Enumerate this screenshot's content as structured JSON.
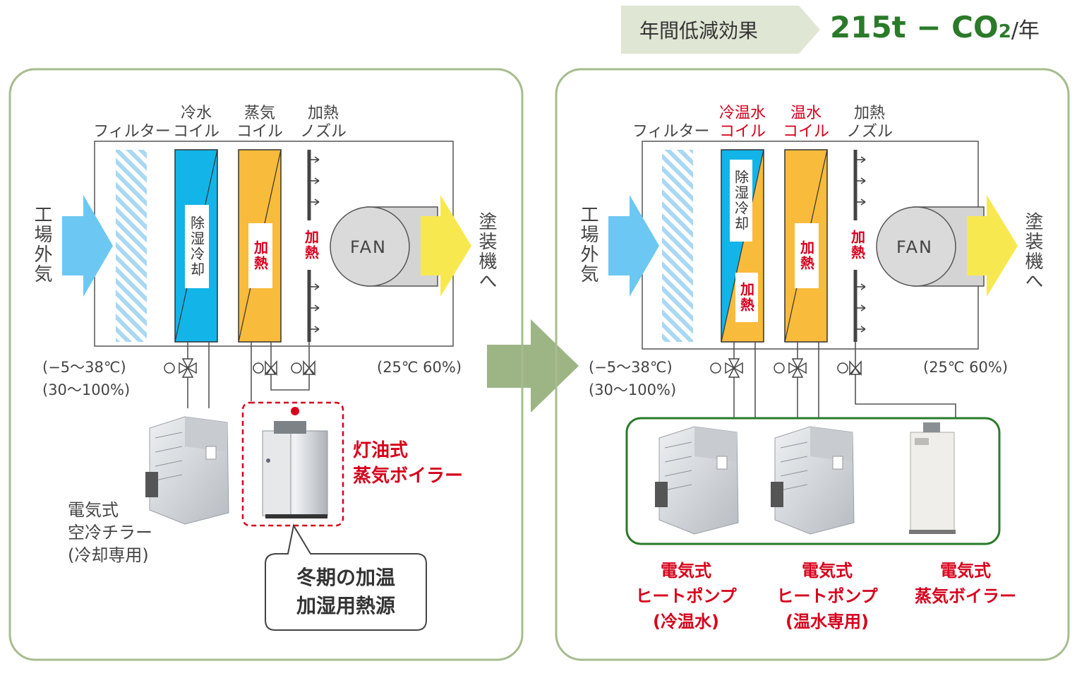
{
  "banner": {
    "label": "年間低減効果",
    "result_value": "215t − CO",
    "result_sub": "2",
    "result_unit": "/年"
  },
  "colors": {
    "frame": "#9db585",
    "cold": "#13b4e8",
    "warm": "#f8bb3b",
    "red": "#d6001c",
    "green": "#2a7a2a",
    "arrow_out": "#f8e850",
    "arrow_in": "#6cc8f2"
  },
  "before": {
    "filter_label": "フィルター",
    "coil1_label": [
      "冷水",
      "コイル"
    ],
    "coil2_label": [
      "蒸気",
      "コイル"
    ],
    "nozzle_label": [
      "加熱",
      "ノズル"
    ],
    "intake_label": "工場外気",
    "outlet_label": "塗装機へ",
    "coil1_text": "除湿冷却",
    "coil2_text": "加熱",
    "nozzle_text": "加熱",
    "fan": "FAN",
    "cond_in": [
      "(−5〜38℃)",
      "(30〜100%)"
    ],
    "cond_out": "(25℃ 60%)",
    "chiller_label": [
      "電気式",
      "空冷チラー",
      "(冷却専用)"
    ],
    "boiler_label": [
      "灯油式",
      "蒸気ボイラー"
    ],
    "bubble": [
      "冬期の加温",
      "加湿用熱源"
    ]
  },
  "after": {
    "filter_label": "フィルター",
    "coil1_label": [
      "冷温水",
      "コイル"
    ],
    "coil2_label": [
      "温水",
      "コイル"
    ],
    "nozzle_label": [
      "加熱",
      "ノズル"
    ],
    "intake_label": "工場外気",
    "outlet_label": "塗装機へ",
    "coil1_text_top": "除湿冷却",
    "coil1_text_bottom": "加熱",
    "coil2_text": "加熱",
    "nozzle_text": "加熱",
    "fan": "FAN",
    "cond_in": [
      "(−5〜38℃)",
      "(30〜100%)"
    ],
    "cond_out": "(25℃ 60%)",
    "eq1_label": [
      "電気式",
      "ヒートポンプ",
      "(冷温水)"
    ],
    "eq2_label": [
      "電気式",
      "ヒートポンプ",
      "(温水専用)"
    ],
    "eq3_label": [
      "電気式",
      "蒸気ボイラー"
    ]
  }
}
